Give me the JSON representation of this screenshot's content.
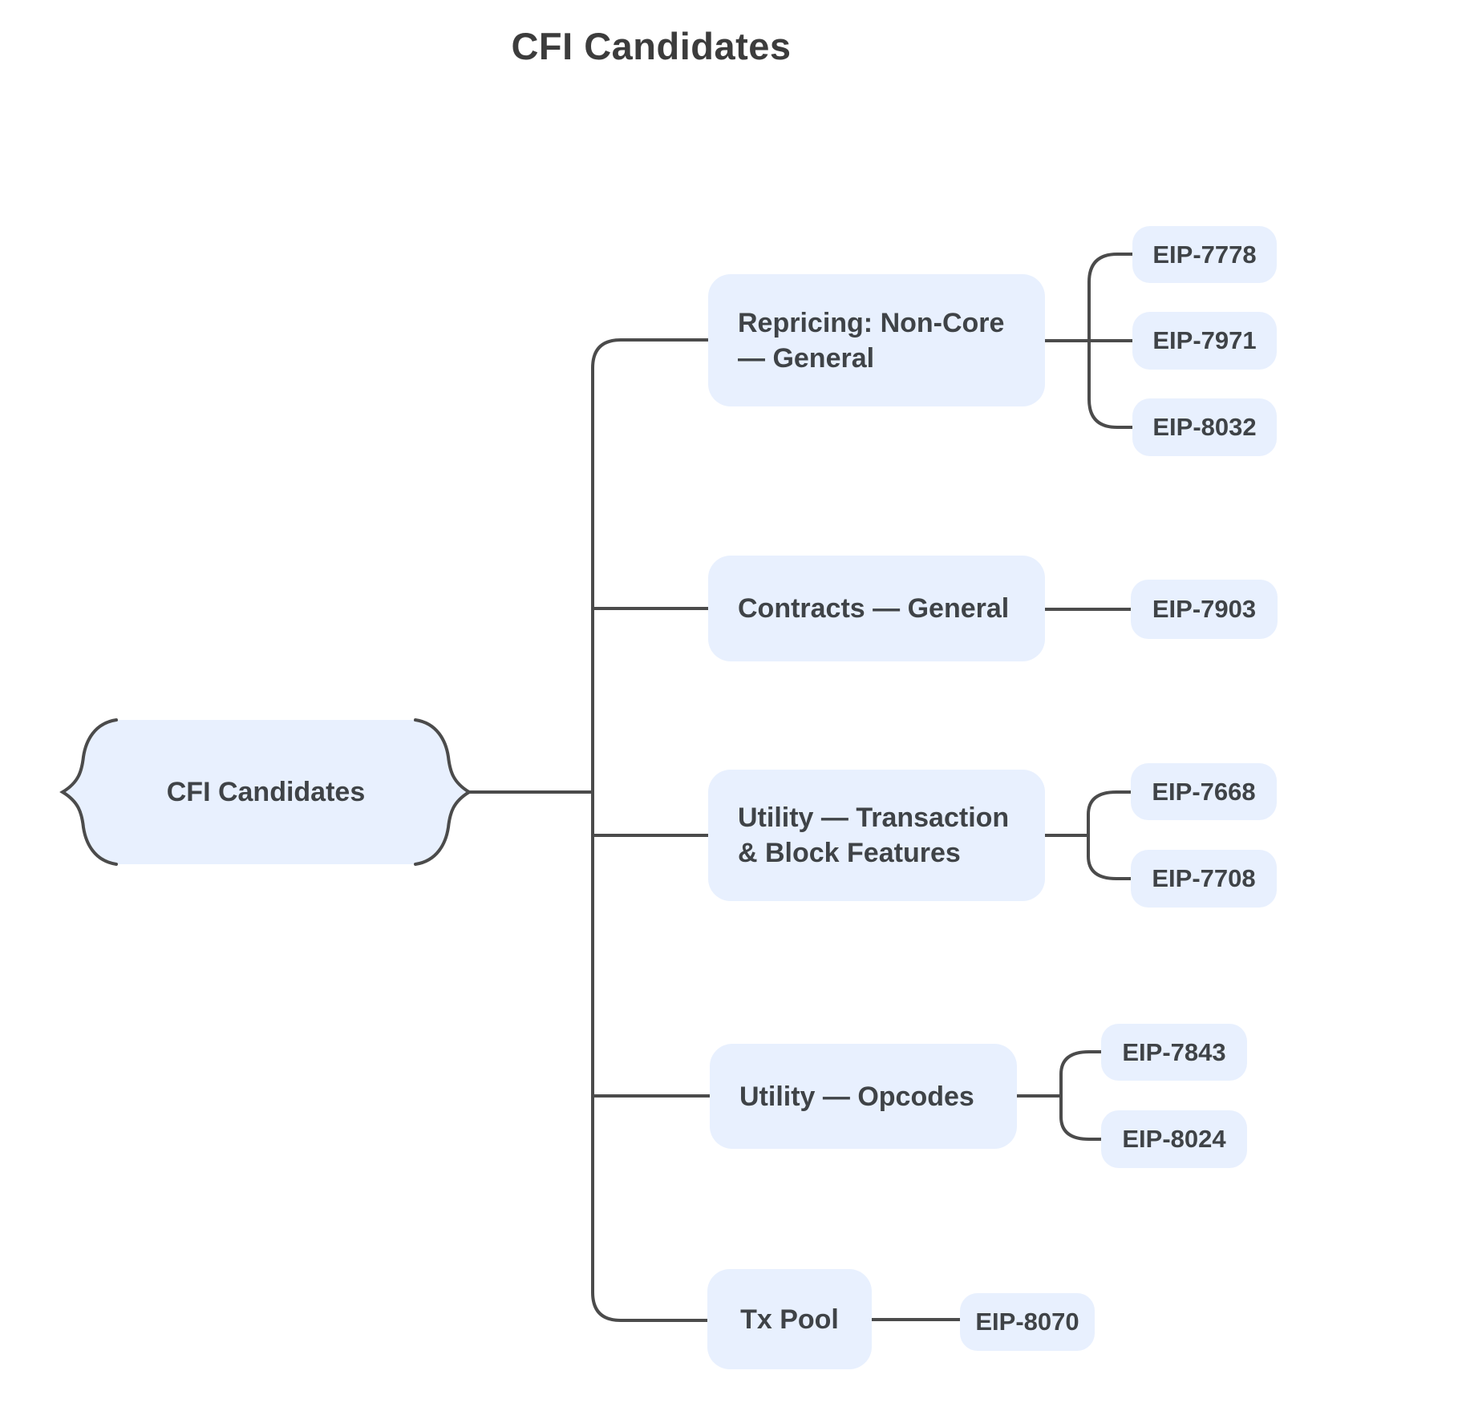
{
  "title": "CFI Candidates",
  "root": {
    "label": "CFI Candidates"
  },
  "branches": [
    {
      "label_line1": "Repricing: Non-Core",
      "label_line2": "— General",
      "children": [
        "EIP-7778",
        "EIP-7971",
        "EIP-8032"
      ]
    },
    {
      "label_line1": "Contracts — General",
      "children": [
        "EIP-7903"
      ]
    },
    {
      "label_line1": "Utility — Transaction",
      "label_line2": "& Block Features",
      "children": [
        "EIP-7668",
        "EIP-7708"
      ]
    },
    {
      "label_line1": "Utility — Opcodes",
      "children": [
        "EIP-7843",
        "EIP-8024"
      ]
    },
    {
      "label_line1": "Tx Pool",
      "children": [
        "EIP-8070"
      ]
    }
  ],
  "colors": {
    "background": "#FFFFFF",
    "node_fill": "#E8F0FE",
    "line": "#4B4B4B",
    "text": "#3F4347"
  }
}
